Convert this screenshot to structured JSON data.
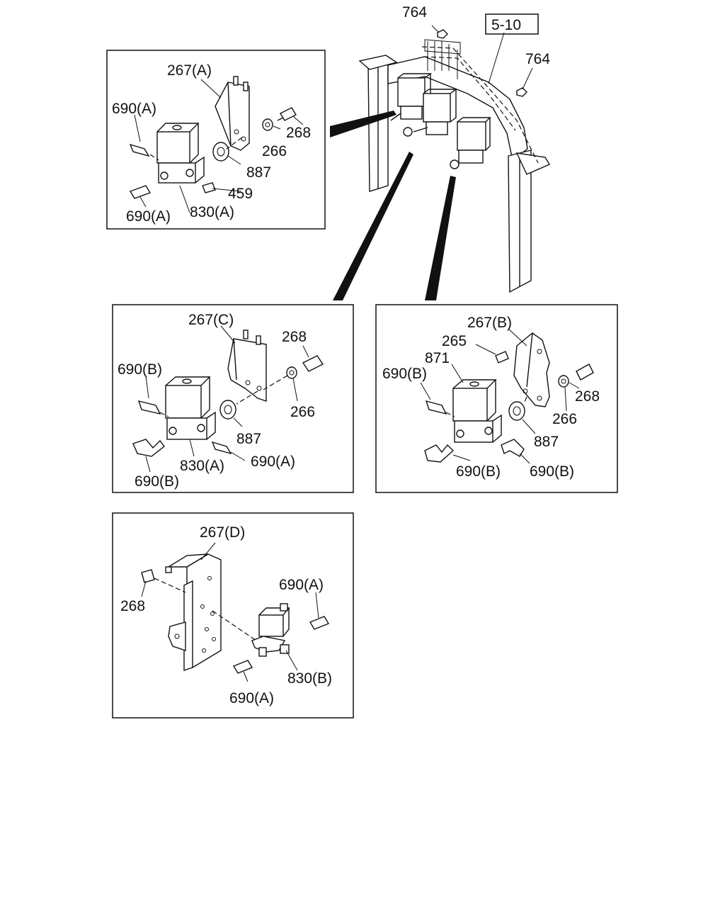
{
  "ref_box": "5-10",
  "overview": {
    "nut_top": "764",
    "nut_right": "764"
  },
  "detail_a": {
    "bracket": "267(A)",
    "fitting_upper": "690(A)",
    "washer": "266",
    "bolt": "268",
    "grommet": "887",
    "plug": "459",
    "body": "830(A)",
    "fitting_lower": "690(A)"
  },
  "detail_c": {
    "bracket": "267(C)",
    "bolt": "268",
    "fitting_upper": "690(B)",
    "washer": "266",
    "grommet": "887",
    "body": "830(A)",
    "fitting_right": "690(A)",
    "fitting_elbow": "690(B)"
  },
  "detail_b": {
    "bracket": "267(B)",
    "screw": "265",
    "valve": "871",
    "fitting_upper": "690(B)",
    "bolt": "268",
    "washer": "266",
    "grommet": "887",
    "fitting_elbow_left": "690(B)",
    "fitting_elbow_right": "690(B)"
  },
  "detail_d": {
    "bracket": "267(D)",
    "bolt": "268",
    "fitting_upper": "690(A)",
    "body": "830(B)",
    "fitting_lower": "690(A)"
  }
}
